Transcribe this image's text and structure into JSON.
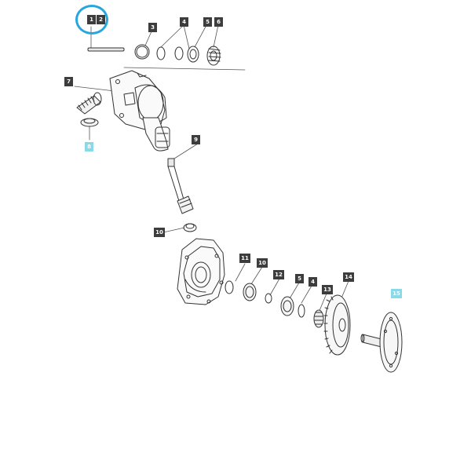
{
  "diagram": {
    "colors": {
      "stroke": "#333333",
      "callout": "#3d3d3d",
      "highlight": "#8ad9e8",
      "selection": "#27a6dc"
    },
    "callouts": [
      {
        "id": "c1",
        "label": "1",
        "selected": true
      },
      {
        "id": "c2",
        "label": "2",
        "selected": true
      },
      {
        "id": "c3",
        "label": "3"
      },
      {
        "id": "c4a",
        "label": "4"
      },
      {
        "id": "c5a",
        "label": "5"
      },
      {
        "id": "c6",
        "label": "6"
      },
      {
        "id": "c7",
        "label": "7"
      },
      {
        "id": "c8",
        "label": "8",
        "highlighted": true
      },
      {
        "id": "c9",
        "label": "9"
      },
      {
        "id": "c10a",
        "label": "10"
      },
      {
        "id": "c11",
        "label": "11"
      },
      {
        "id": "c10b",
        "label": "10"
      },
      {
        "id": "c12",
        "label": "12"
      },
      {
        "id": "c5b",
        "label": "5"
      },
      {
        "id": "c4b",
        "label": "4"
      },
      {
        "id": "c13",
        "label": "13"
      },
      {
        "id": "c14",
        "label": "14"
      },
      {
        "id": "c15",
        "label": "15",
        "highlighted": true
      }
    ]
  }
}
